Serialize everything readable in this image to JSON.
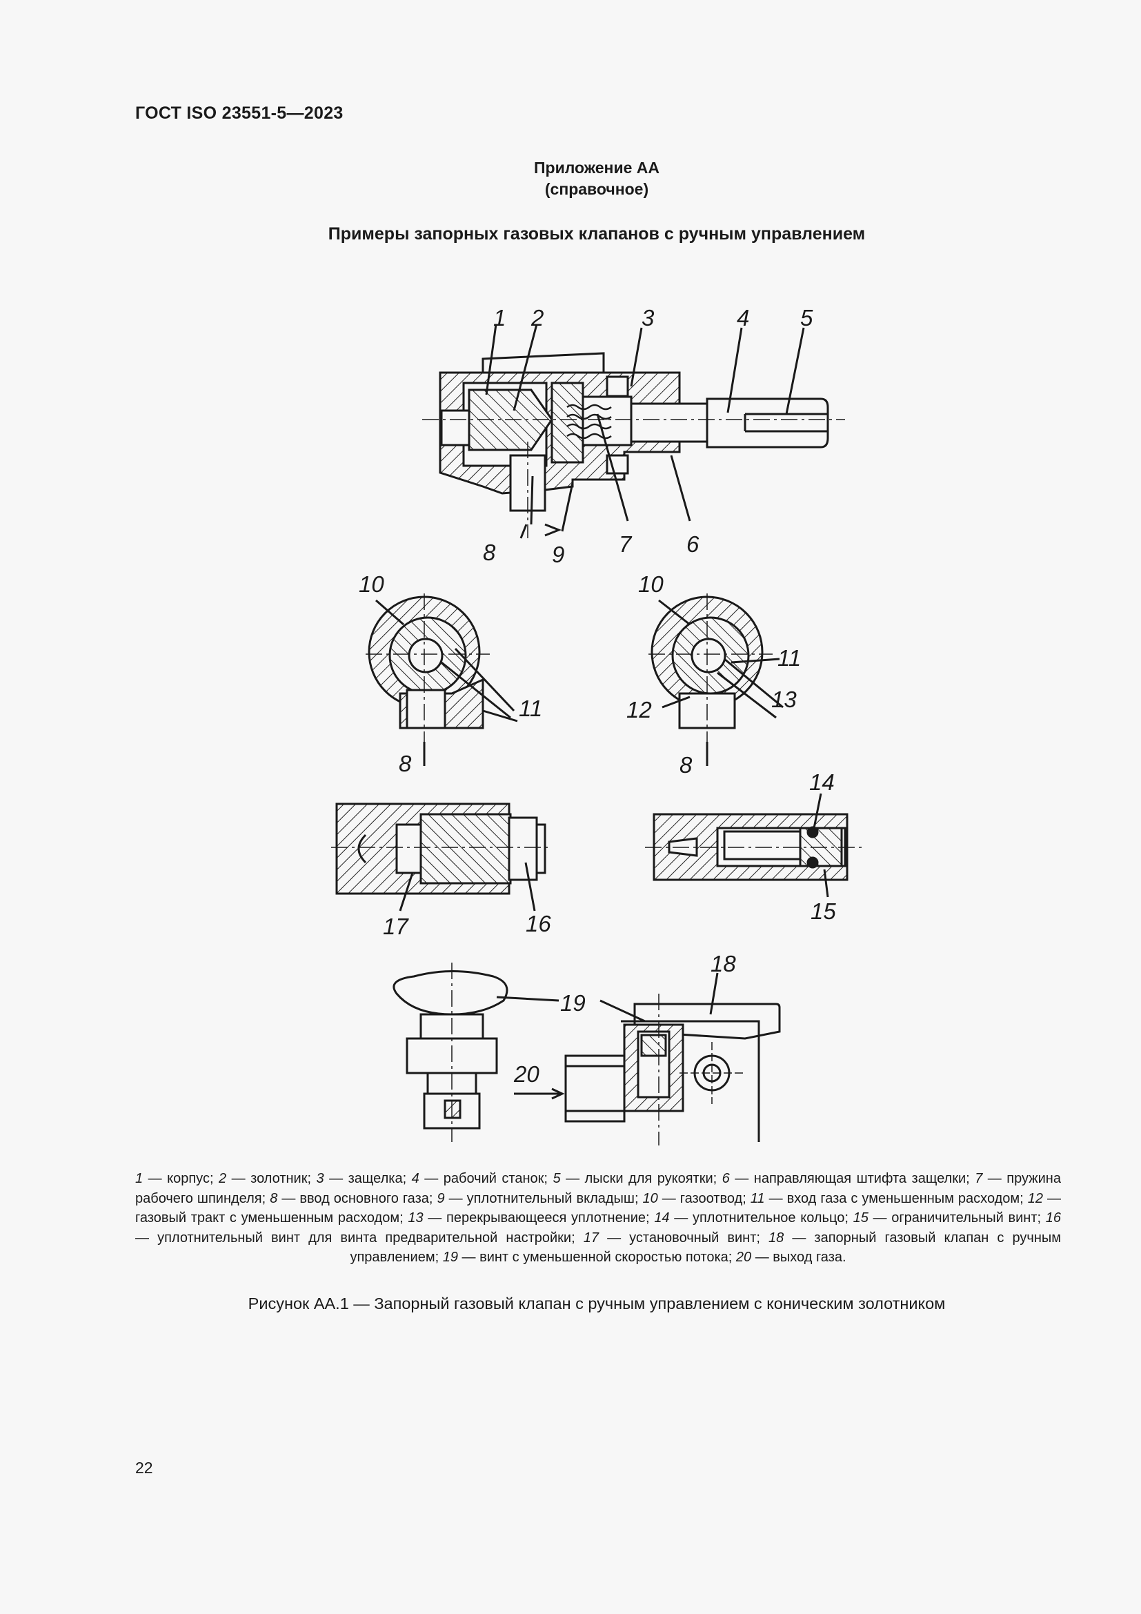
{
  "header": {
    "doc_code": "ГОСТ ISO 23551-5—2023"
  },
  "annex": {
    "title": "Приложение АА",
    "type": "(справочное)"
  },
  "section_title": "Примеры запорных газовых клапанов с ручным управлением",
  "callouts": {
    "c1": "1",
    "c2": "2",
    "c3": "3",
    "c4": "4",
    "c5": "5",
    "c6": "6",
    "c7": "7",
    "c8": "8",
    "c9": "9",
    "c10": "10",
    "c11": "11",
    "c12": "12",
    "c13": "13",
    "c14": "14",
    "c15": "15",
    "c16": "16",
    "c17": "17",
    "c18": "18",
    "c19": "19",
    "c20": "20"
  },
  "legend": [
    {
      "num": "1",
      "text": " — корпус; "
    },
    {
      "num": "2",
      "text": " — золотник; "
    },
    {
      "num": "3",
      "text": " — защелка; "
    },
    {
      "num": "4",
      "text": " — рабочий станок; "
    },
    {
      "num": "5",
      "text": " — лыски для рукоятки; "
    },
    {
      "num": "6",
      "text": " — направляющая штифта защелки; "
    },
    {
      "num": "7",
      "text": " — пружина рабочего шпинделя; "
    },
    {
      "num": "8",
      "text": " — ввод основного газа; "
    },
    {
      "num": "9",
      "text": " — уплотнительный вкладыш; "
    },
    {
      "num": "10",
      "text": " — газоотвод; "
    },
    {
      "num": "11",
      "text": " — вход газа с уменьшенным расходом; "
    },
    {
      "num": "12",
      "text": " — газовый тракт с уменьшенным расходом; "
    },
    {
      "num": "13",
      "text": " — перекрывающееся уплотнение; "
    },
    {
      "num": "14",
      "text": " — уплотнительное кольцо; "
    },
    {
      "num": "15",
      "text": " — ограничительный винт; "
    },
    {
      "num": "16",
      "text": " — уплотнительный винт для винта предварительной настройки; "
    },
    {
      "num": "17",
      "text": " — установочный винт; "
    },
    {
      "num": "18",
      "text": " — запорный газовый клапан с ручным управлением; "
    },
    {
      "num": "19",
      "text": " — винт с уменьшенной скоростью потока; "
    },
    {
      "num": "20",
      "text": " — выход газа."
    }
  ],
  "figure_caption": "Рисунок АА.1 — Запорный газовый клапан с ручным управлением с коническим золотником",
  "page_number": "22"
}
